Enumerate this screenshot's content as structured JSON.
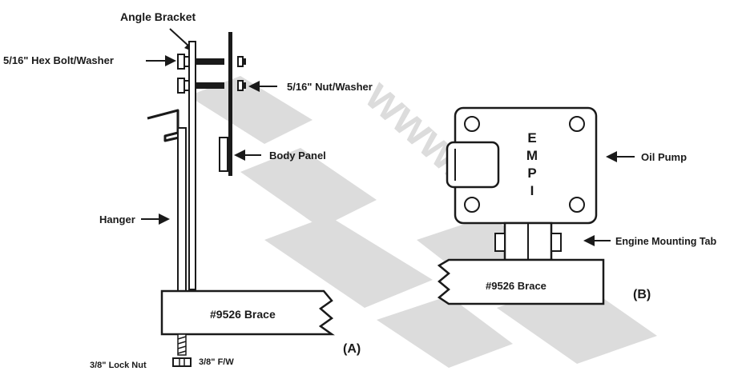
{
  "labels": {
    "angle_bracket": "Angle Bracket",
    "hex_bolt": "5/16\" Hex Bolt/Washer",
    "nut_washer": "5/16\" Nut/Washer",
    "body_panel": "Body Panel",
    "hanger": "Hanger",
    "brace_a": "#9526 Brace",
    "lock_nut": "3/8\" Lock Nut",
    "flat_washer": "3/8\" F/W",
    "view_a": "(A)",
    "oil_pump": "Oil Pump",
    "empi": [
      "E",
      "M",
      "P",
      "I"
    ],
    "engine_tab": "Engine Mounting Tab",
    "brace_b": "#9526 Brace",
    "view_b": "(B)"
  },
  "watermark": {
    "text": "www.",
    "color": "#d9d9d9"
  }
}
